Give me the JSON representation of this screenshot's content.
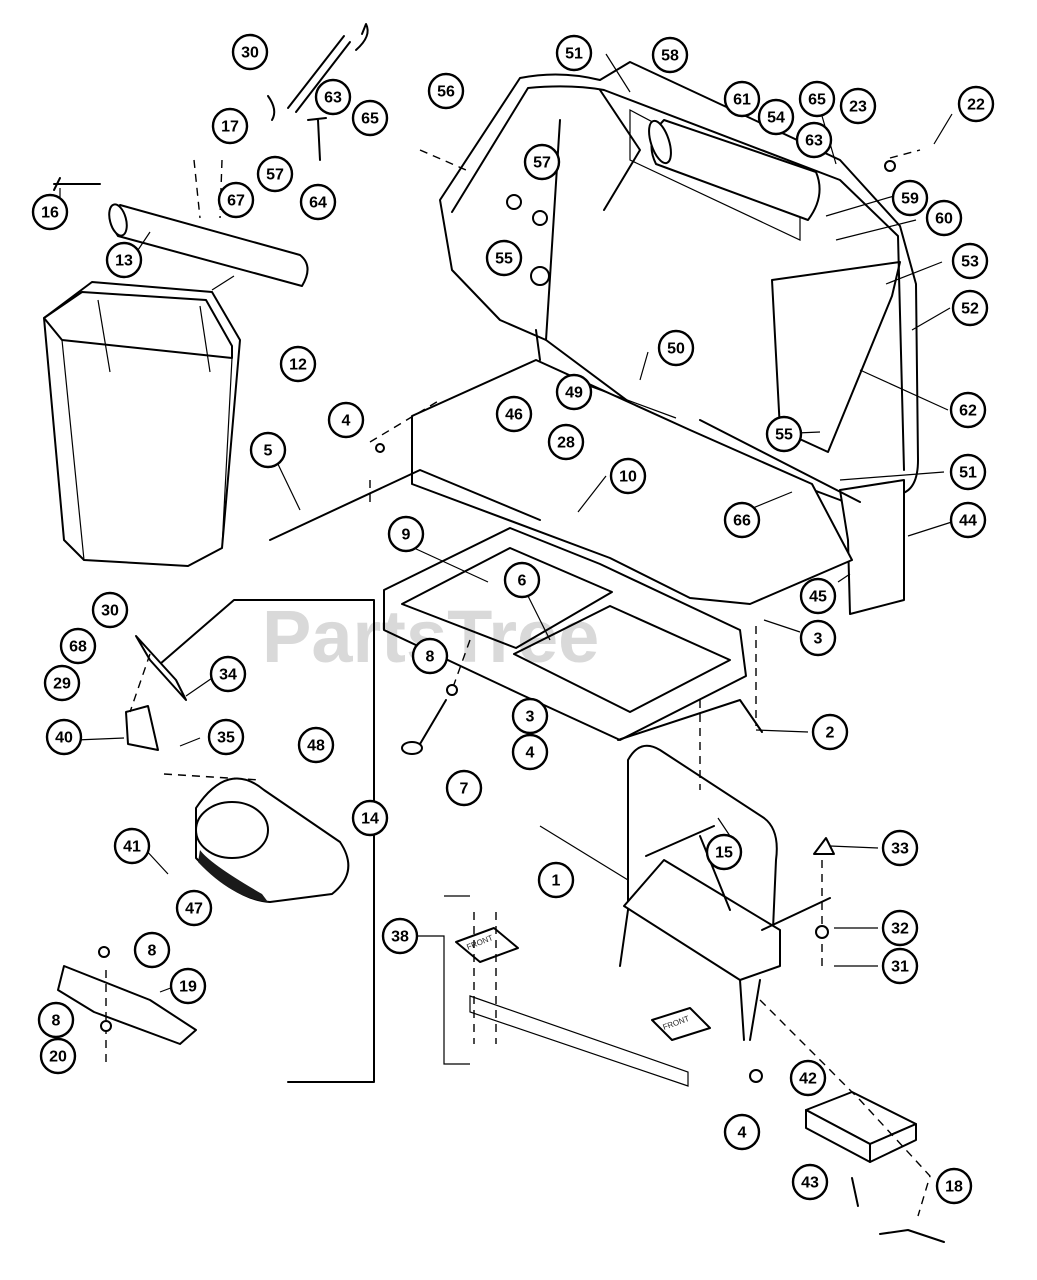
{
  "watermark": "PartsTree",
  "labels": {
    "front_plate": "FRONT",
    "front_tag": "FRONT"
  },
  "callouts": [
    {
      "id": "c-30a",
      "num": "30"
    },
    {
      "id": "c-63a",
      "num": "63"
    },
    {
      "id": "c-65a",
      "num": "65"
    },
    {
      "id": "c-17",
      "num": "17"
    },
    {
      "id": "c-57a",
      "num": "57"
    },
    {
      "id": "c-64",
      "num": "64"
    },
    {
      "id": "c-67",
      "num": "67"
    },
    {
      "id": "c-16",
      "num": "16"
    },
    {
      "id": "c-13",
      "num": "13"
    },
    {
      "id": "c-12",
      "num": "12"
    },
    {
      "id": "c-56",
      "num": "56"
    },
    {
      "id": "c-51a",
      "num": "51"
    },
    {
      "id": "c-58",
      "num": "58"
    },
    {
      "id": "c-61",
      "num": "61"
    },
    {
      "id": "c-54",
      "num": "54"
    },
    {
      "id": "c-65b",
      "num": "65"
    },
    {
      "id": "c-23",
      "num": "23"
    },
    {
      "id": "c-22",
      "num": "22"
    },
    {
      "id": "c-63b",
      "num": "63"
    },
    {
      "id": "c-57b",
      "num": "57"
    },
    {
      "id": "c-59",
      "num": "59"
    },
    {
      "id": "c-60",
      "num": "60"
    },
    {
      "id": "c-55a",
      "num": "55"
    },
    {
      "id": "c-53",
      "num": "53"
    },
    {
      "id": "c-52",
      "num": "52"
    },
    {
      "id": "c-50",
      "num": "50"
    },
    {
      "id": "c-49",
      "num": "49"
    },
    {
      "id": "c-62",
      "num": "62"
    },
    {
      "id": "c-46",
      "num": "46"
    },
    {
      "id": "c-4a",
      "num": "4"
    },
    {
      "id": "c-28",
      "num": "28"
    },
    {
      "id": "c-55b",
      "num": "55"
    },
    {
      "id": "c-51b",
      "num": "51"
    },
    {
      "id": "c-5",
      "num": "5"
    },
    {
      "id": "c-10",
      "num": "10"
    },
    {
      "id": "c-66",
      "num": "66"
    },
    {
      "id": "c-44",
      "num": "44"
    },
    {
      "id": "c-9",
      "num": "9"
    },
    {
      "id": "c-6",
      "num": "6"
    },
    {
      "id": "c-45",
      "num": "45"
    },
    {
      "id": "c-30b",
      "num": "30"
    },
    {
      "id": "c-3a",
      "num": "3"
    },
    {
      "id": "c-68",
      "num": "68"
    },
    {
      "id": "c-8a",
      "num": "8"
    },
    {
      "id": "c-34",
      "num": "34"
    },
    {
      "id": "c-29",
      "num": "29"
    },
    {
      "id": "c-3b",
      "num": "3"
    },
    {
      "id": "c-40",
      "num": "40"
    },
    {
      "id": "c-35",
      "num": "35"
    },
    {
      "id": "c-48",
      "num": "48"
    },
    {
      "id": "c-4b",
      "num": "4"
    },
    {
      "id": "c-2",
      "num": "2"
    },
    {
      "id": "c-7",
      "num": "7"
    },
    {
      "id": "c-14",
      "num": "14"
    },
    {
      "id": "c-15",
      "num": "15"
    },
    {
      "id": "c-41",
      "num": "41"
    },
    {
      "id": "c-33",
      "num": "33"
    },
    {
      "id": "c-1",
      "num": "1"
    },
    {
      "id": "c-47",
      "num": "47"
    },
    {
      "id": "c-38",
      "num": "38"
    },
    {
      "id": "c-32",
      "num": "32"
    },
    {
      "id": "c-8b",
      "num": "8"
    },
    {
      "id": "c-31",
      "num": "31"
    },
    {
      "id": "c-19",
      "num": "19"
    },
    {
      "id": "c-8c",
      "num": "8"
    },
    {
      "id": "c-20",
      "num": "20"
    },
    {
      "id": "c-42",
      "num": "42"
    },
    {
      "id": "c-4c",
      "num": "4"
    },
    {
      "id": "c-43",
      "num": "43"
    },
    {
      "id": "c-18",
      "num": "18"
    }
  ]
}
